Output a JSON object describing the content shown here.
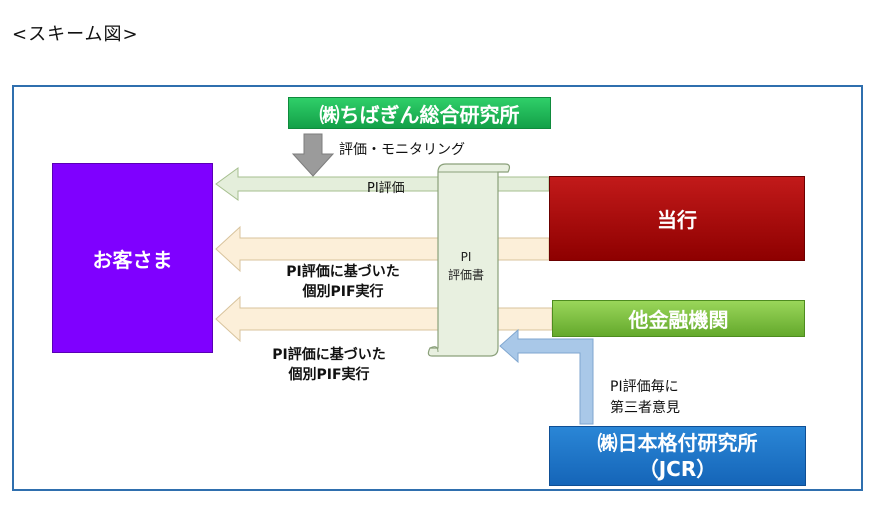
{
  "title": "<スキーム図>",
  "nodes": {
    "customer": "お客さま",
    "bank": "当行",
    "other_banks": "他金融機関",
    "chibagin": "㈱ちばぎん総合研究所",
    "jcr_line1": "㈱日本格付研究所",
    "jcr_line2": "（JCR）"
  },
  "document": {
    "line1": "PI",
    "line2": "評価書"
  },
  "labels": {
    "evaluation_monitoring": "評価・モニタリング",
    "pi_evaluation": "PI評価",
    "pif_bank_line1": "PI評価に基づいた",
    "pif_bank_line2": "個別PIF実行",
    "pif_other_line1": "PI評価に基づいた",
    "pif_other_line2": "個別PIF実行",
    "third_party_line1": "PI評価毎に",
    "third_party_line2": "第三者意見"
  },
  "colors": {
    "frame": "#2f6fae",
    "customer": "#7f00ff",
    "bank": "#b30f0f",
    "other_banks": "#7cc043",
    "chibagin": "#1fb85a",
    "jcr": "#1f75c9",
    "arrow_green": "#e4eedb",
    "arrow_yellow": "#fcefd9",
    "arrow_blue": "#a9c8e8",
    "arrow_gray": "#9b9b9b"
  }
}
